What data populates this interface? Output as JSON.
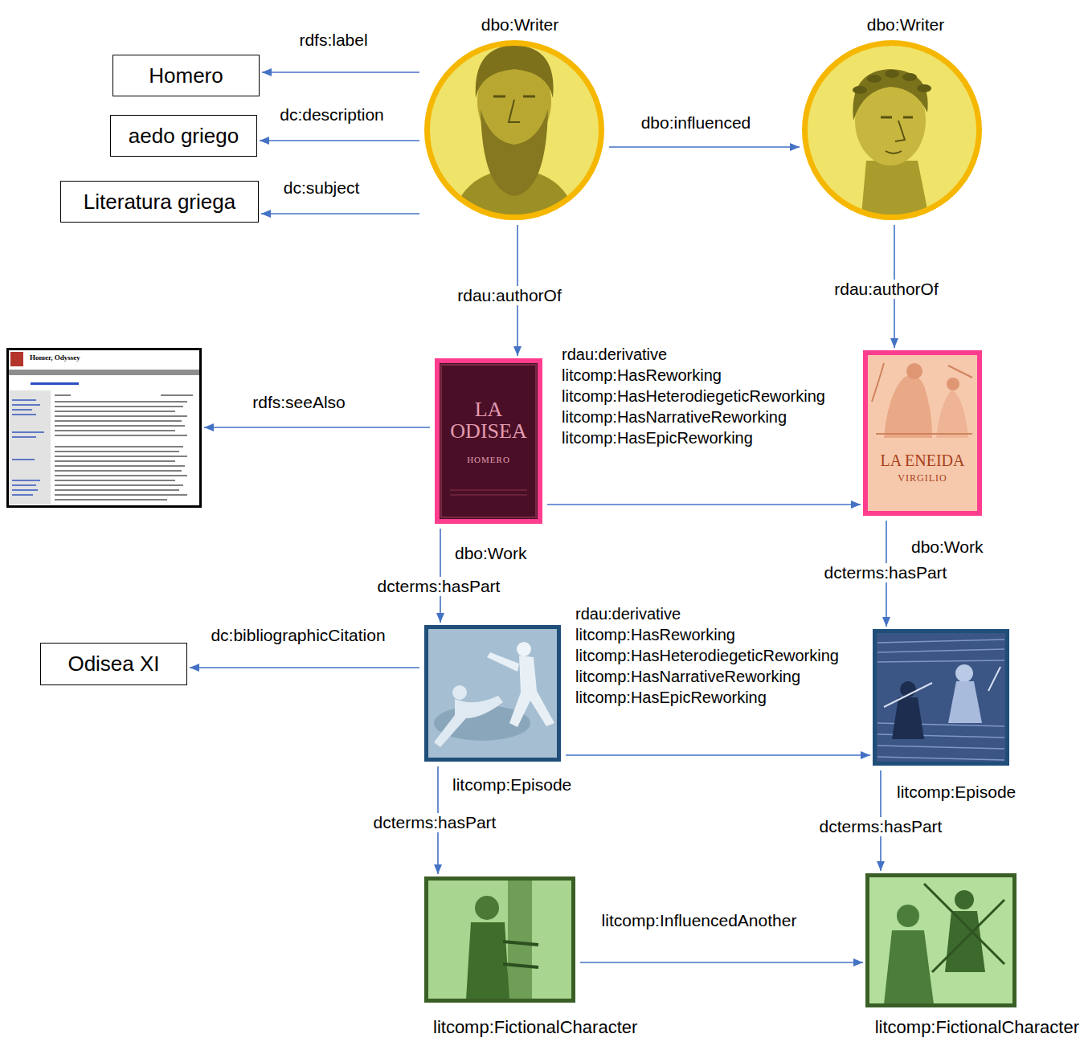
{
  "diagram": {
    "nodes": [
      {
        "text": [
          "dbo:Writer"
        ]
      },
      {
        "text": [
          "dbo:Writer"
        ]
      },
      {
        "text": [
          "Homero"
        ]
      },
      {
        "text": [
          "aedo griego"
        ]
      },
      {
        "text": [
          "Literatura griega"
        ]
      },
      {
        "text": [
          "Homer, Odyssey"
        ]
      },
      {
        "text": [
          "LA ODISEA",
          "HOMERO",
          "dbo:Work"
        ]
      },
      {
        "text": [
          "LA ENEIDA",
          "VIRGILIO",
          "dbo:Work"
        ]
      },
      {
        "text": [
          "Odisea XI"
        ]
      },
      {
        "text": [
          "litcomp:Episode"
        ]
      },
      {
        "text": [
          "litcomp:Episode"
        ]
      },
      {
        "text": [
          "litcomp:FictionalCharacter"
        ]
      },
      {
        "text": [
          "litcomp:FictionalCharacter"
        ]
      }
    ],
    "edges": [
      {
        "from": 0,
        "to": 2,
        "arrow": "to",
        "label": "rdfs:label"
      },
      {
        "from": 0,
        "to": 3,
        "arrow": "to",
        "label": "dc:description"
      },
      {
        "from": 0,
        "to": 4,
        "arrow": "to",
        "label": "dc:subject"
      },
      {
        "from": 0,
        "to": 1,
        "arrow": "to",
        "label": "dbo:influenced"
      },
      {
        "from": 0,
        "to": 6,
        "arrow": "to",
        "label": "rdau:authorOf"
      },
      {
        "from": 1,
        "to": 7,
        "arrow": "to",
        "label": "rdau:authorOf"
      },
      {
        "from": 6,
        "to": 5,
        "arrow": "to",
        "label": "rdfs:seeAlso"
      },
      {
        "from": 6,
        "to": 7,
        "arrow": "to",
        "label": "rdau:derivative litcomp:HasReworking litcomp:HasHeterodiegeticReworking litcomp:HasNarrativeReworking litcomp:HasEpicReworking"
      },
      {
        "from": 6,
        "to": 9,
        "arrow": "to",
        "label": "dcterms:hasPart"
      },
      {
        "from": 7,
        "to": 10,
        "arrow": "to",
        "label": "dcterms:hasPart"
      },
      {
        "from": 9,
        "to": 8,
        "arrow": "to",
        "label": "dc:bibliographicCitation"
      },
      {
        "from": 9,
        "to": 10,
        "arrow": "to",
        "label": "rdau:derivative litcomp:HasReworking litcomp:HasHeterodiegeticReworking litcomp:HasNarrativeReworking litcomp:HasEpicReworking"
      },
      {
        "from": 9,
        "to": 11,
        "arrow": "to",
        "label": "dcterms:hasPart"
      },
      {
        "from": 10,
        "to": 12,
        "arrow": "to",
        "label": "dcterms:hasPart"
      },
      {
        "from": 11,
        "to": 12,
        "arrow": "to",
        "label": "litcomp:InfluencedAnother"
      }
    ]
  }
}
